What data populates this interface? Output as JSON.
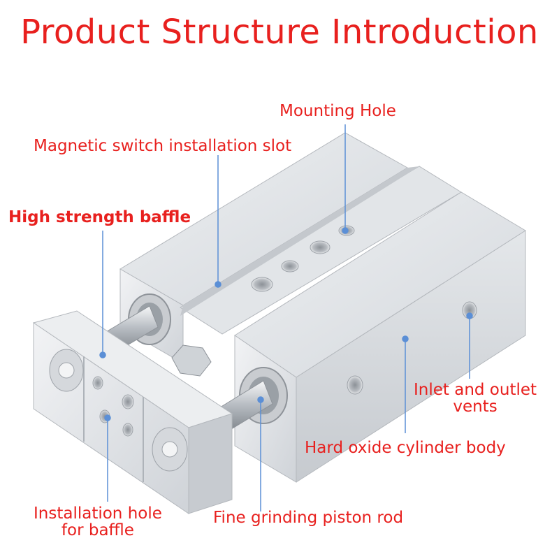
{
  "title": "Product Structure Introduction",
  "labels": {
    "mounting_hole": "Mounting Hole",
    "magnetic_slot": "Magnetic switch installation slot",
    "baffle": "High strength baffle",
    "inlet_outlet_line1": "Inlet and outlet",
    "inlet_outlet_line2": "vents",
    "cylinder_body": "Hard oxide cylinder body",
    "install_hole_line1": "Installation hole",
    "install_hole_line2": "for baffle",
    "piston_rod": "Fine grinding piston rod"
  },
  "colors": {
    "label_text": "#e8201e",
    "leader_line": "#5b8fd6",
    "aluminum": "#dcdfe3"
  }
}
